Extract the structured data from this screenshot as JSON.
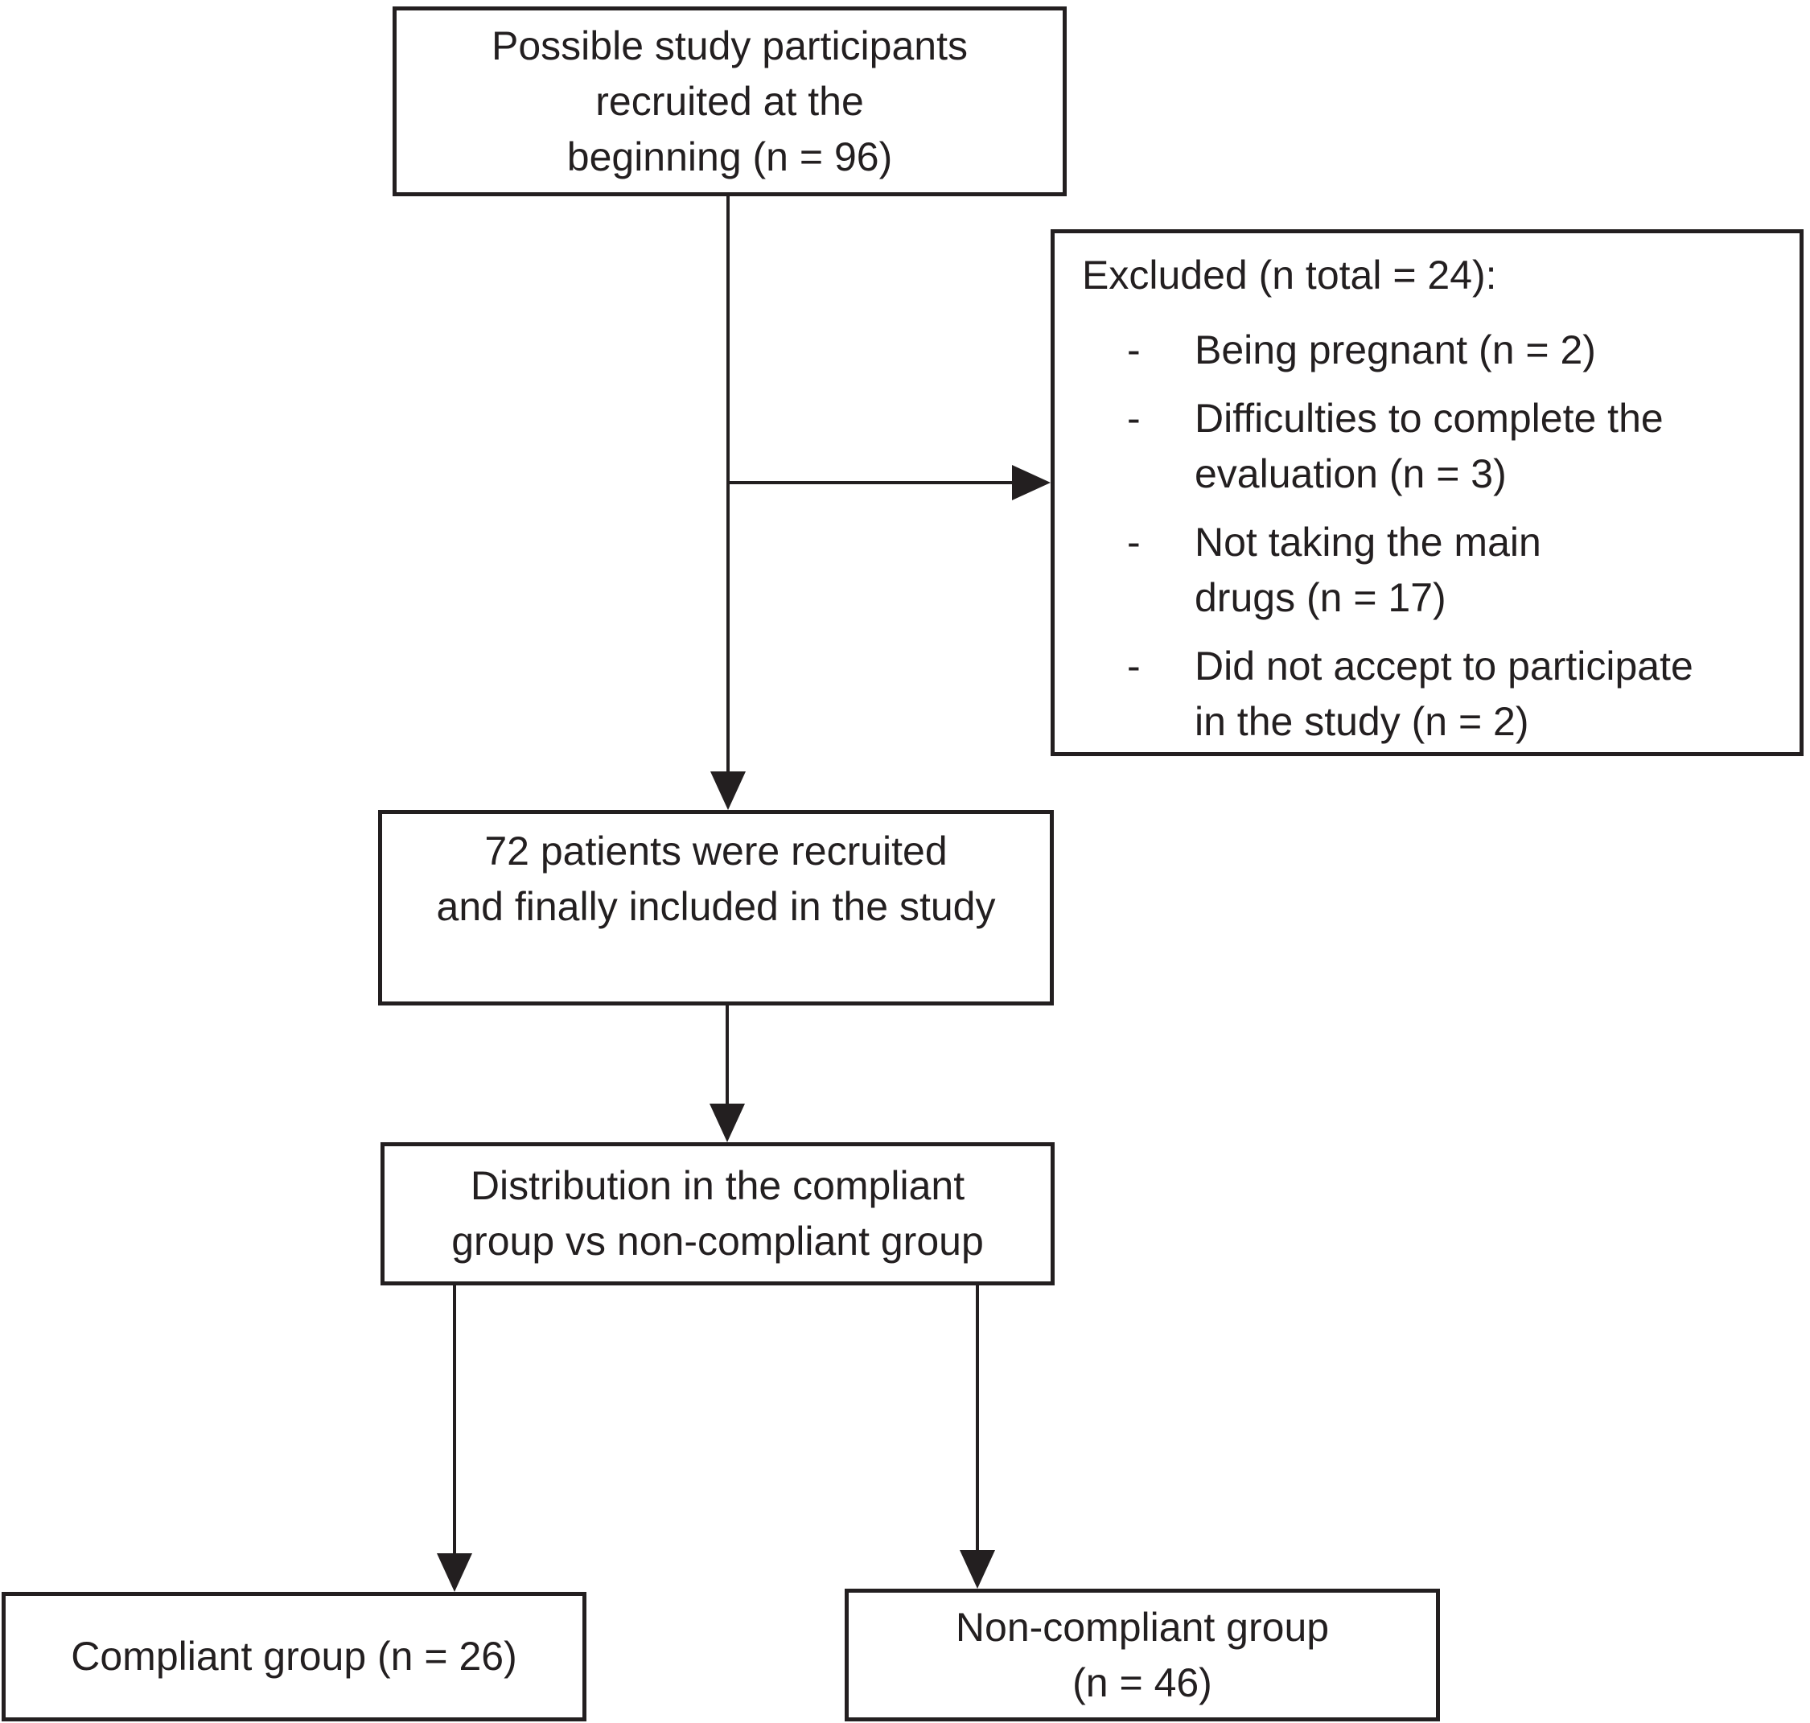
{
  "figure": {
    "background_color": "#ffffff",
    "line_color": "#231f20",
    "boxes": {
      "recruited": {
        "text": "Possible study participants\nrecruited at the\nbeginning (n = 96)"
      },
      "excluded": {
        "title": "Excluded (n total = 24):",
        "bullet": "-",
        "items": [
          {
            "text": "Being pregnant (n = 2)"
          },
          {
            "text": "Difficulties to complete the\nevaluation (n = 3)"
          },
          {
            "text": "Not taking the main\ndrugs (n = 17)"
          },
          {
            "text": "Did not accept to participate\nin the study (n = 2)"
          }
        ]
      },
      "included": {
        "text": "72 patients were recruited\nand finally included in the study"
      },
      "distribution": {
        "text": "Distribution in the compliant\ngroup vs non-compliant group"
      },
      "compliant": {
        "text": "Compliant group (n = 26)"
      },
      "noncompliant": {
        "text": "Non-compliant group\n(n = 46)"
      }
    }
  }
}
